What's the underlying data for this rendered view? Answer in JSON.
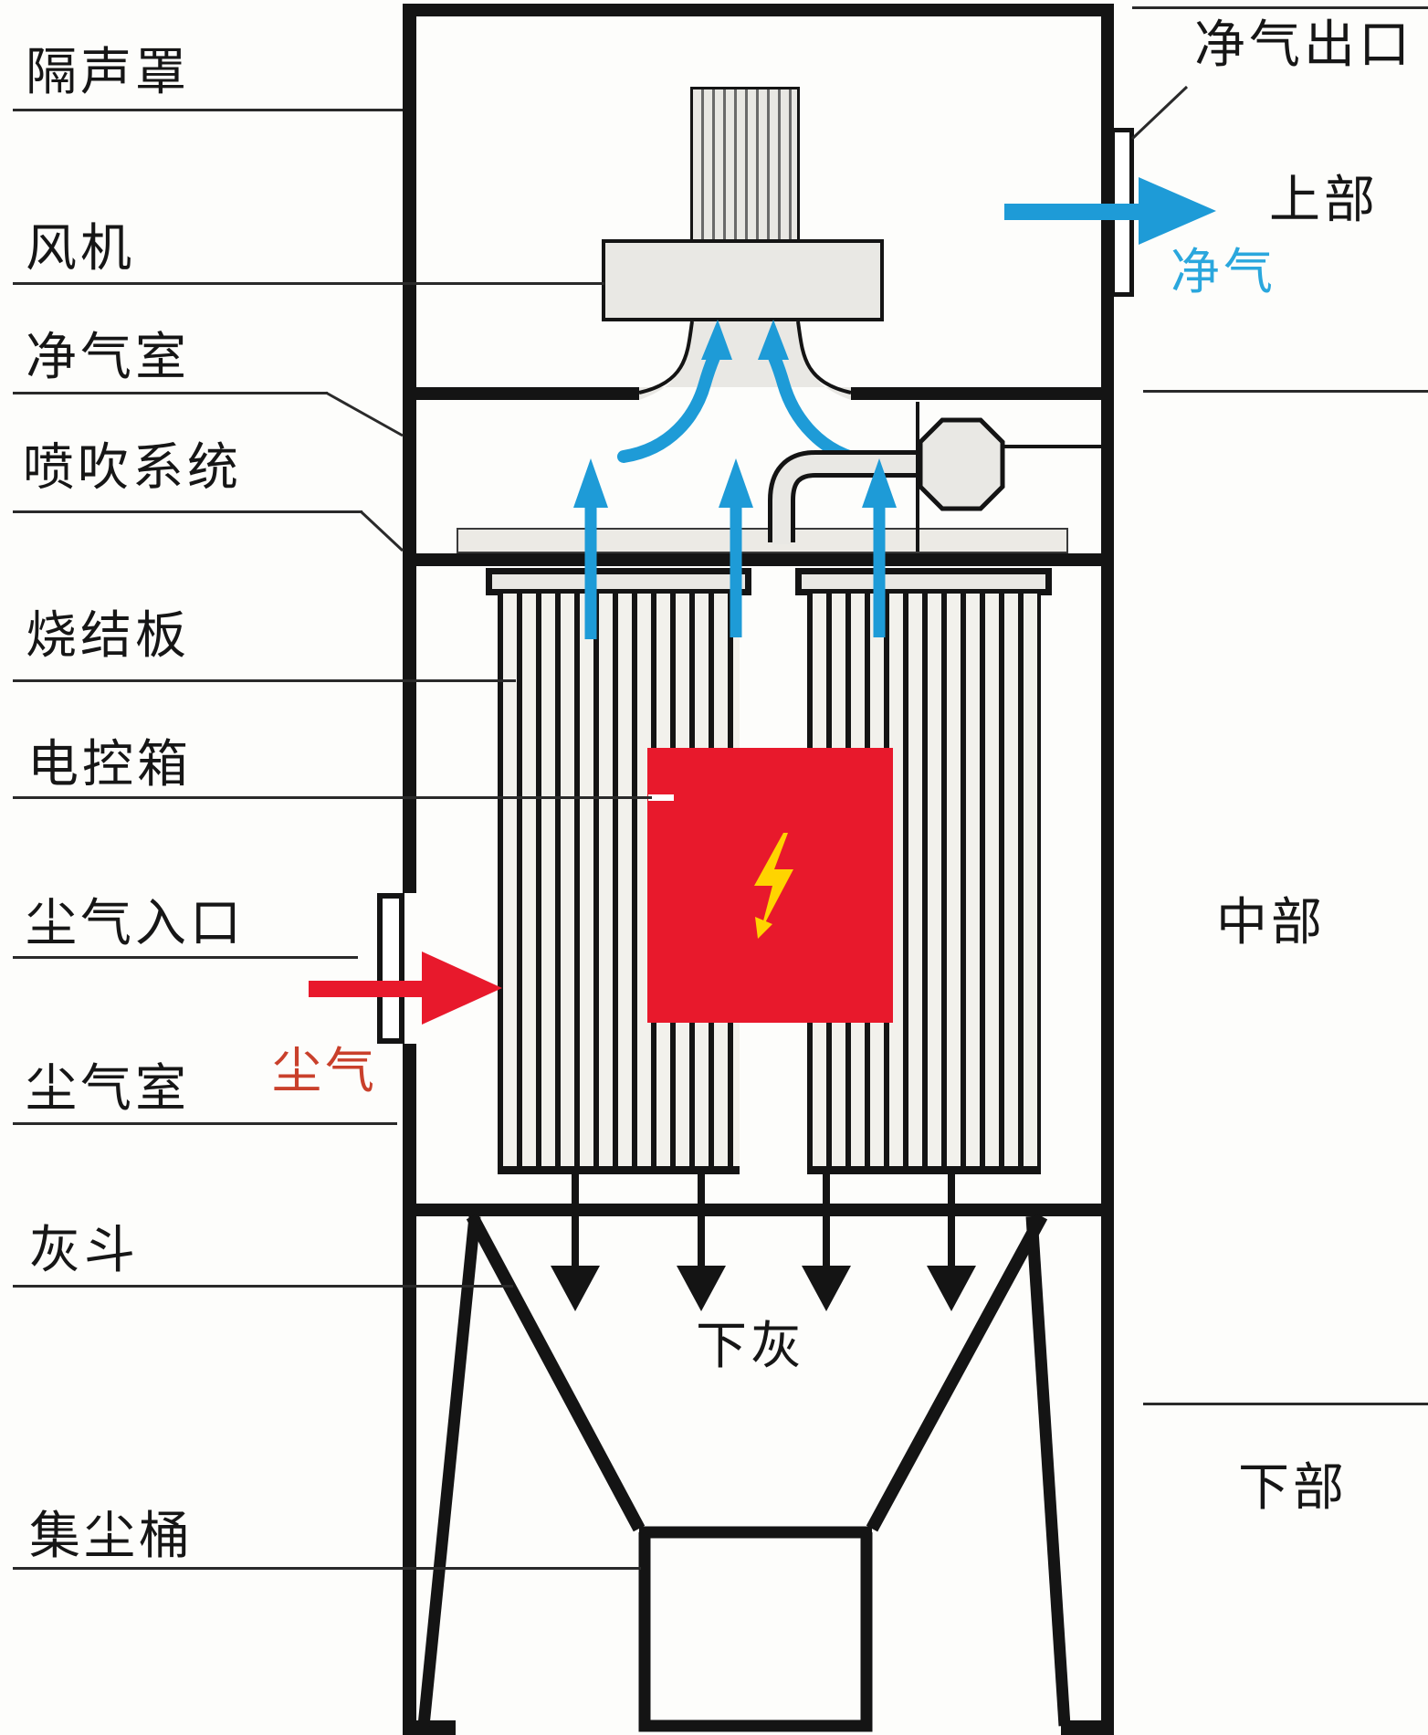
{
  "diagram": {
    "left_labels": [
      {
        "id": "sound-enclosure",
        "text": "隔声罩"
      },
      {
        "id": "fan",
        "text": "风机"
      },
      {
        "id": "clean-air-chamber",
        "text": "净气室"
      },
      {
        "id": "pulse-jet-system",
        "text": "喷吹系统"
      },
      {
        "id": "sintered-plate",
        "text": "烧结板"
      },
      {
        "id": "electric-control-box",
        "text": "电控箱"
      },
      {
        "id": "dust-gas-inlet",
        "text": "尘气入口"
      },
      {
        "id": "dust-gas-chamber",
        "text": "尘气室"
      },
      {
        "id": "ash-hopper",
        "text": "灰斗"
      },
      {
        "id": "dust-collect-barrel",
        "text": "集尘桶"
      }
    ],
    "right_labels": {
      "clean_air_outlet": "净气出口",
      "upper_section": "上部",
      "clean_gas": "净气",
      "middle_section": "中部",
      "lower_section": "下部"
    },
    "annotations": {
      "dust_gas": "尘气",
      "ash_discharge": "下灰"
    },
    "colors": {
      "line_black": "#141414",
      "machine_gray": "#e9e8e4",
      "arrow_blue": "#1e9bd7",
      "clean_gas_text_blue": "#2aa7dd",
      "inlet_red": "#e8192c",
      "dust_gas_text_red": "#c9402b",
      "bolt_yellow": "#ffd400"
    }
  }
}
